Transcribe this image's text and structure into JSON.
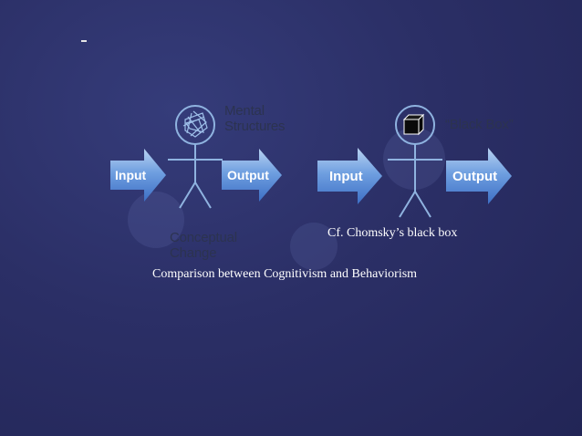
{
  "slide": {
    "dash": "-",
    "caption_chomsky": "Cf. Chomsky’s black box",
    "caption_comparison": "Comparison between Cognitivism and Behaviorism"
  },
  "cognitivism": {
    "mental_structures": [
      "Mental",
      "Structures"
    ],
    "conceptual_change": [
      "Conceptual",
      "Change"
    ],
    "input": "Input",
    "output": "Output",
    "head_icon": "tangled-lines-icon"
  },
  "behaviorism": {
    "black_box_label": "“Black Box”",
    "input": "Input",
    "output": "Output",
    "head_icon": "cube-icon"
  },
  "colors": {
    "background": "#2b2f66",
    "arrow_light": "#b9d3f2",
    "arrow_mid": "#6f9fe0",
    "arrow_dark": "#3d6fc5",
    "figure_stroke": "#8fb3e0",
    "label_text": "#2c3350"
  }
}
